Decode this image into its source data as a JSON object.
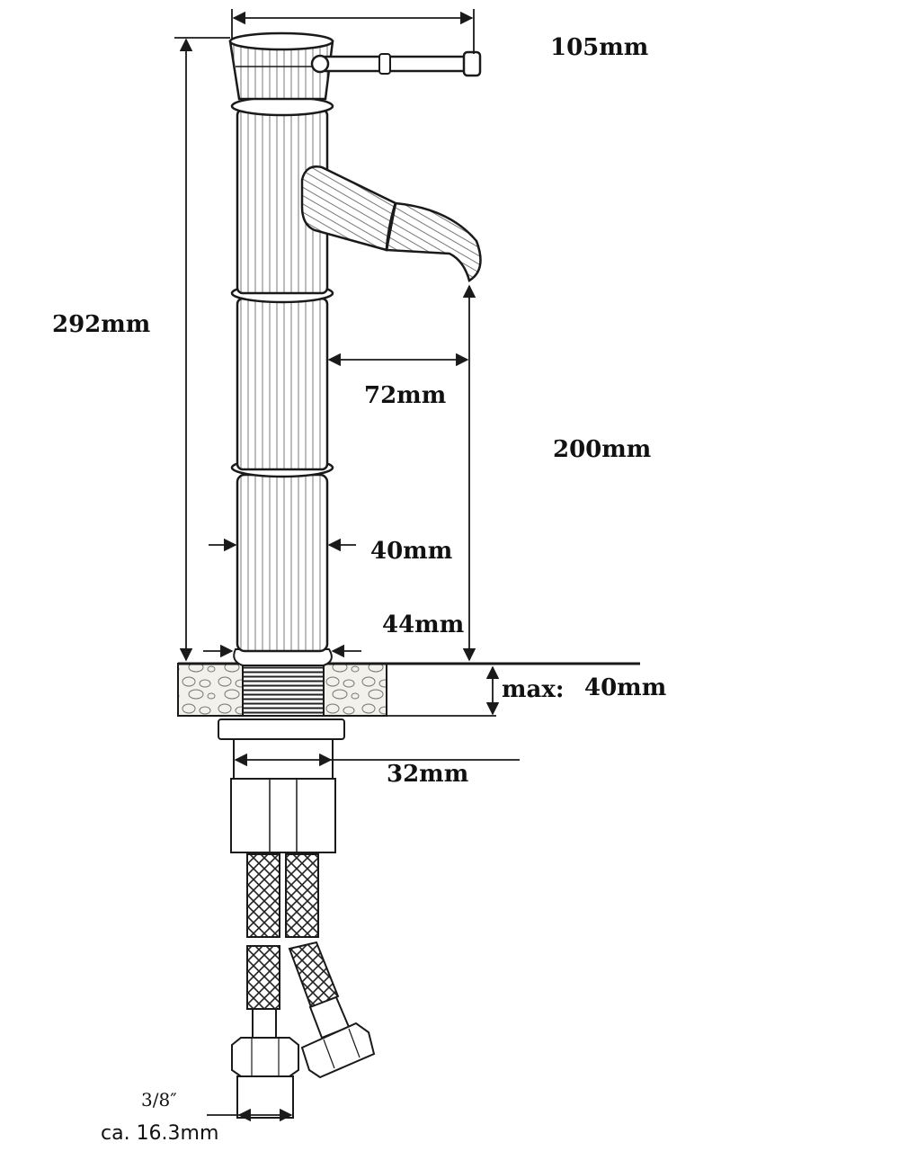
{
  "dimensions": {
    "handle_reach": "105mm",
    "total_height": "292mm",
    "spout_reach": "72mm",
    "spout_height": "200mm",
    "body_diameter": "40mm",
    "base_diameter": "44mm",
    "max_label": "max:",
    "max_deck_thickness": "40mm",
    "thread_diameter": "32mm",
    "hose_thread": "3/8″",
    "hose_nut_width": "ca. 16.3mm"
  },
  "colors": {
    "line": "#1a1a1a",
    "fill": "#ffffff",
    "stone": "#e8e6e0"
  }
}
